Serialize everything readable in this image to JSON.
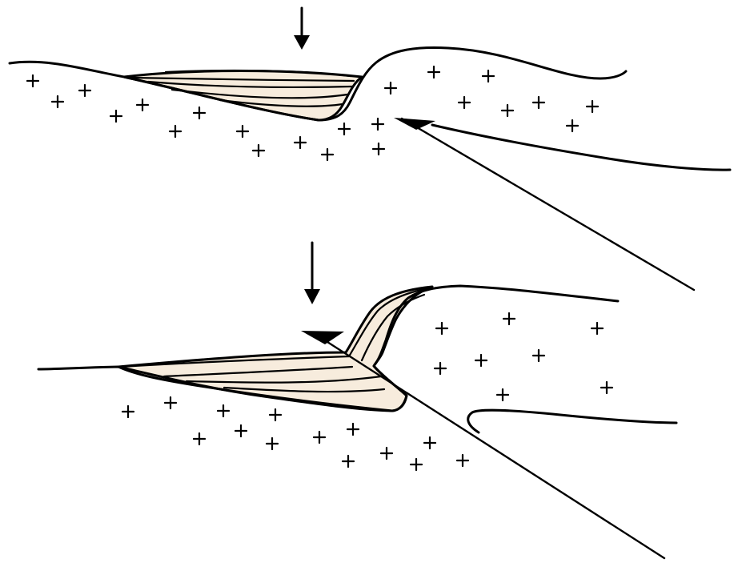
{
  "colors": {
    "ink": "#000000",
    "sediment_fill": "#f7ecdd",
    "background": "#ffffff"
  },
  "panels": [
    {
      "id": "upper",
      "elements": [
        "down-arrow",
        "sediment-wedge",
        "thrust-fault-half-arrow",
        "basement-crosses"
      ]
    },
    {
      "id": "lower",
      "elements": [
        "down-arrow",
        "sediment-wedge",
        "thrust-fault-half-arrow",
        "basement-crosses"
      ]
    }
  ]
}
